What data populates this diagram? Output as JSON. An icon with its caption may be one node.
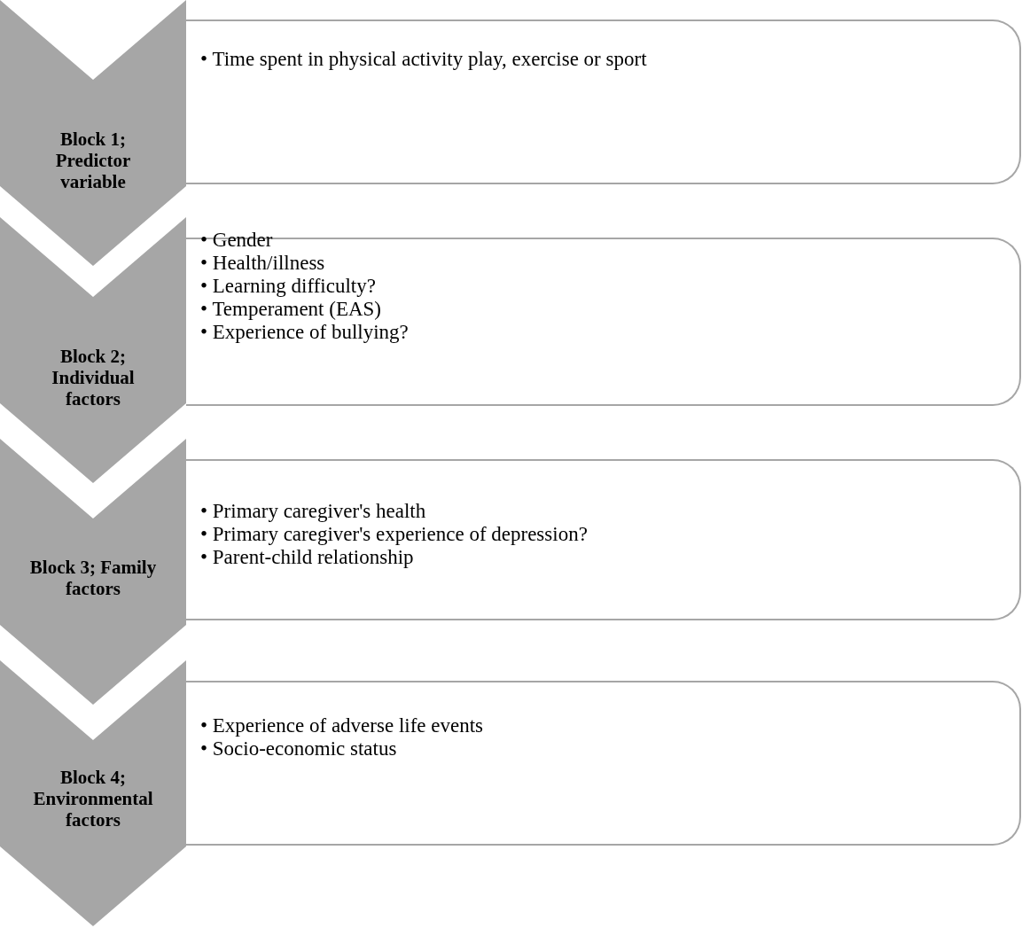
{
  "diagram": {
    "nodes": [
      {
        "text": [
          "Block 1; Predictor variable"
        ]
      },
      {
        "text": [
          "• Time spent in physical activity play, exercise or sport"
        ]
      },
      {
        "text": [
          "Block 2; Individual factors"
        ]
      },
      {
        "text": [
          "• Gender",
          "• Health/illness",
          "• Learning difficulty?",
          "• Temperament (EAS)",
          "• Experience of bullying?"
        ]
      },
      {
        "text": [
          "Block 3; Family factors"
        ]
      },
      {
        "text": [
          "• Primary caregiver's health",
          "• Primary caregiver's experience of depression?",
          "• Parent-child relationship"
        ]
      },
      {
        "text": [
          "Block 4; Environmental factors"
        ]
      },
      {
        "text": [
          "• Experience of adverse life events",
          "• Socio-economic status"
        ]
      }
    ]
  }
}
